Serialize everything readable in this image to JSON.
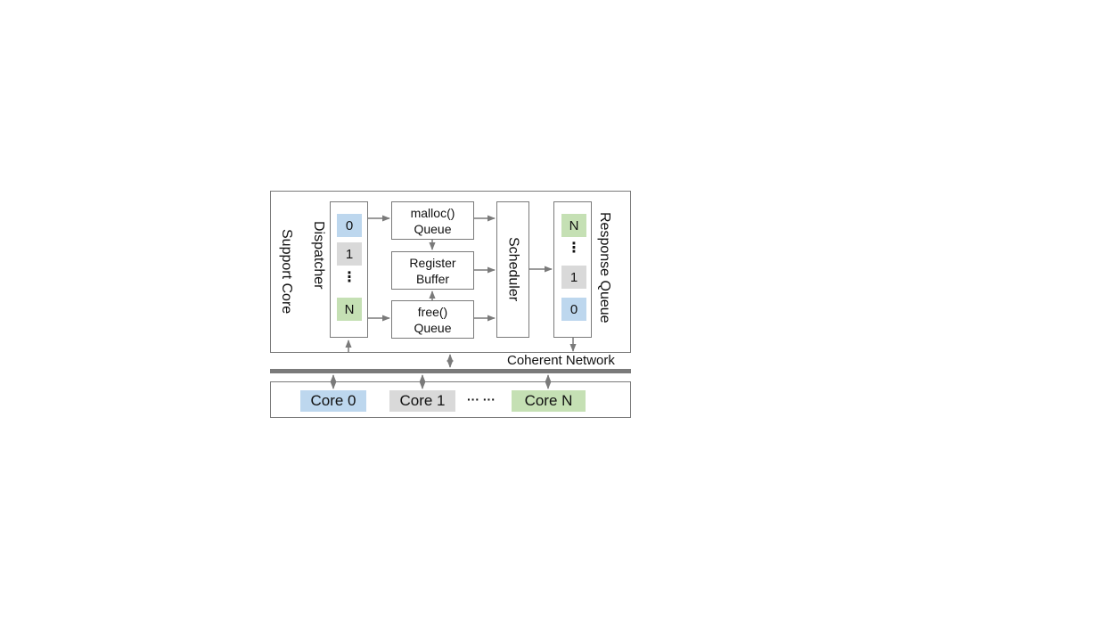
{
  "support_core": {
    "label": "Support Core"
  },
  "dispatcher": {
    "label": "Dispatcher",
    "slots": [
      {
        "text": "0",
        "color": "#bdd7ee"
      },
      {
        "text": "1",
        "color": "#d9d9d9"
      },
      {
        "text": "⋮"
      },
      {
        "text": "N",
        "color": "#c5e0b4"
      }
    ]
  },
  "malloc_queue": {
    "label": "malloc()\nQueue"
  },
  "register_buffer": {
    "label": "Register\nBuffer"
  },
  "free_queue": {
    "label": "free()\nQueue"
  },
  "scheduler": {
    "label": "Scheduler"
  },
  "response_queue": {
    "label": "Response Queue",
    "slots": [
      {
        "text": "N",
        "color": "#c5e0b4"
      },
      {
        "text": "⋮"
      },
      {
        "text": "1",
        "color": "#d9d9d9"
      },
      {
        "text": "0",
        "color": "#bdd7ee"
      }
    ]
  },
  "network": {
    "label": "Coherent Network"
  },
  "cores": {
    "items": [
      {
        "label": "Core 0",
        "color": "#bdd7ee"
      },
      {
        "label": "Core 1",
        "color": "#d9d9d9"
      },
      {
        "label": "Core N",
        "color": "#c5e0b4"
      }
    ],
    "ellipsis": "··· ···"
  }
}
